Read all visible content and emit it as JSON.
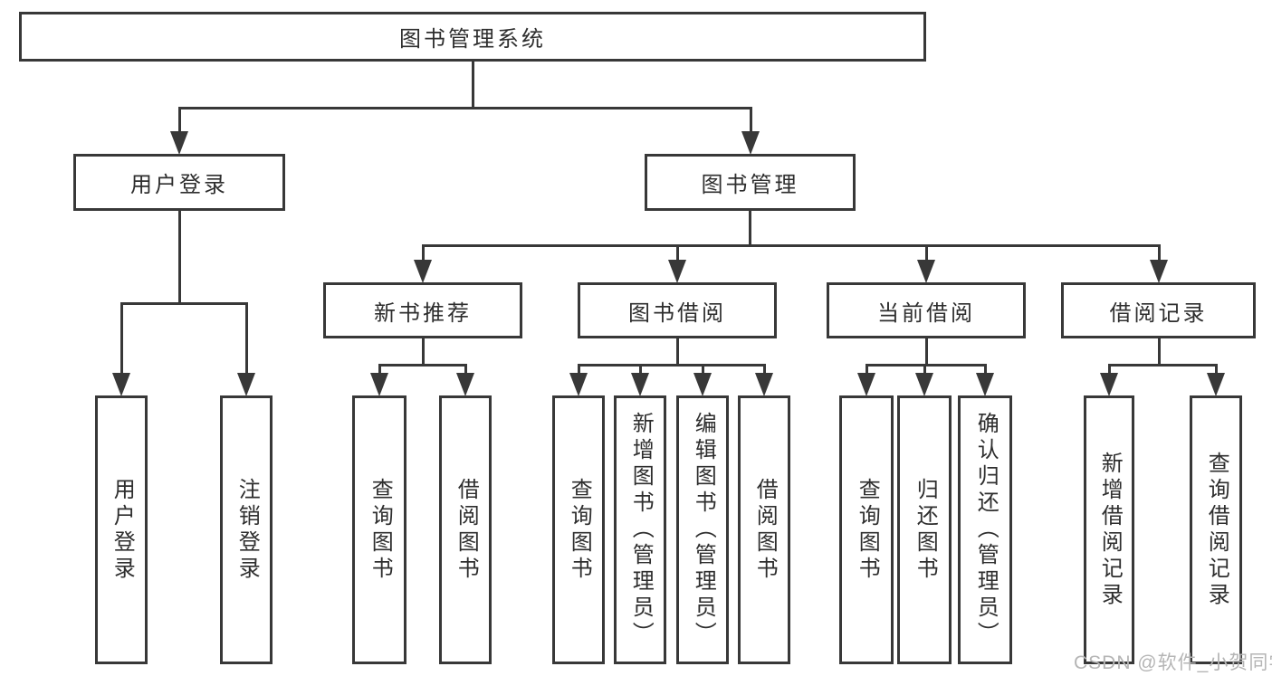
{
  "colors": {
    "line": "#383838",
    "text": "#2e2e2e",
    "watermark": "#b5b5b5",
    "background": "#ffffff"
  },
  "watermark": {
    "text": "CSDN @软件_小贺同学"
  },
  "nodes": {
    "root": "图书管理系统",
    "user_login": "用户登录",
    "book_mgmt": "图书管理",
    "new_book_rec": "新书推荐",
    "book_borrow": "图书借阅",
    "current_borrow": "当前借阅",
    "borrow_record": "借阅记录",
    "ul_user_login": "用户登录",
    "ul_logout": "注销登录",
    "nb_query": "查询图书",
    "nb_borrow": "借阅图书",
    "bb_query": "查询图书",
    "bb_add": "新增图书（管理员）",
    "bb_edit": "编辑图书（管理员）",
    "bb_borrow": "借阅图书",
    "cb_query": "查询图书",
    "cb_return": "归还图书",
    "cb_confirm": "确认归还（管理员）",
    "br_add": "新增借阅记录",
    "br_query": "查询借阅记录"
  },
  "tree": {
    "root": [
      "user_login",
      "book_mgmt"
    ],
    "user_login": [
      "ul_user_login",
      "ul_logout"
    ],
    "book_mgmt": [
      "new_book_rec",
      "book_borrow",
      "current_borrow",
      "borrow_record"
    ],
    "new_book_rec": [
      "nb_query",
      "nb_borrow"
    ],
    "book_borrow": [
      "bb_query",
      "bb_add",
      "bb_edit",
      "bb_borrow"
    ],
    "current_borrow": [
      "cb_query",
      "cb_return",
      "cb_confirm"
    ],
    "borrow_record": [
      "br_add",
      "br_query"
    ]
  }
}
